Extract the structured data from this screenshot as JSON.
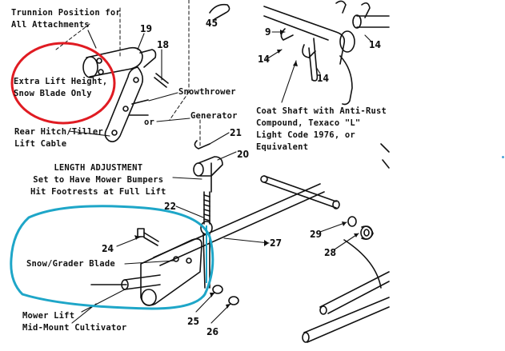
{
  "labels": {
    "trunnion": "Trunnion Position for\nAll Attachments",
    "extra_lift": "Extra Lift Height,\nSnow Blade Only",
    "snowthrower": "Snowthrower",
    "generator": "Generator",
    "or": "or",
    "rear_hitch": "Rear Hitch/Tiller\nLift Cable",
    "coat_shaft": "Coat Shaft with Anti-Rust\nCompound, Texaco \"L\"\nLight Code 1976, or\nEquivalent",
    "length_adj": "LENGTH ADJUSTMENT\nSet to Have Mower Bumpers\nHit Footrests at Full Lift",
    "snow_grader": "Snow/Grader Blade",
    "mower_lift": "Mower Lift\nMid-Mount Cultivator"
  },
  "part_numbers": {
    "p45": "45",
    "p19": "19",
    "p18": "18",
    "p9": "9",
    "p14a": "14",
    "p14b": "14",
    "p14c": "14",
    "p21": "21",
    "p20": "20",
    "p22": "22",
    "p24": "24",
    "p27": "27",
    "p29": "29",
    "p28": "28",
    "p25": "25",
    "p26": "26"
  },
  "annotation_colors": {
    "red_circle": "#e01b22",
    "blue_circle": "#1ea6c8"
  }
}
